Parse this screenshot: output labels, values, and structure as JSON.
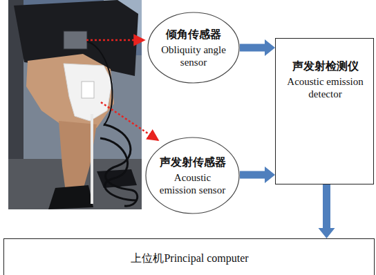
{
  "diagram": {
    "nodes": [
      {
        "text": [
          "倾角传感器",
          "Obliquity angle sensor"
        ]
      },
      {
        "text": [
          "声发射传感器",
          "Acoustic emission sensor"
        ]
      },
      {
        "text": [
          "声发射检测仪",
          "Acoustic emission detector"
        ]
      },
      {
        "text": [
          "上位机Principal computer"
        ]
      }
    ],
    "edges": [
      {
        "from": 0,
        "to": 2,
        "arrow": "to"
      },
      {
        "from": 1,
        "to": 2,
        "arrow": "to"
      },
      {
        "from": 2,
        "to": 3,
        "arrow": "to"
      }
    ]
  }
}
